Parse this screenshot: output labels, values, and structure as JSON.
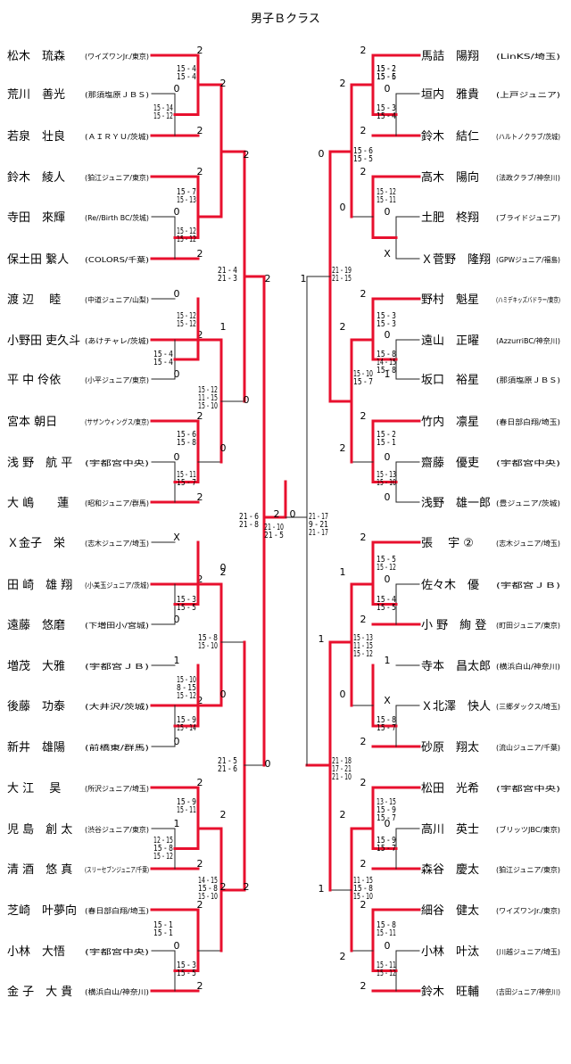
{
  "title": "男子Ｂクラス",
  "colors": {
    "winner_line": "#e8102e",
    "normal_line": "#222222"
  },
  "players": [
    {
      "side": "L",
      "name": "松木　琉森",
      "aff": "(ワイズワンJr./東京)",
      "wins": "2"
    },
    {
      "side": "L",
      "name": "荒川　善光",
      "aff": "(那須塩原ＪＢＳ)",
      "wins": "0"
    },
    {
      "side": "L",
      "name": "若泉　壮良",
      "aff": "(ＡＩＲＹＵ/茨城)",
      "wins": "2"
    },
    {
      "side": "L",
      "name": "鈴木　綾人",
      "aff": "(狛江ジュニア/東京)",
      "wins": "2"
    },
    {
      "side": "L",
      "name": "寺田　來輝",
      "aff": "(Re//Birth BC/茨城)",
      "wins": "0"
    },
    {
      "side": "L",
      "name": "保土田 繋人",
      "aff": "(COLORS/千葉)",
      "wins": "2"
    },
    {
      "side": "L",
      "name": "渡 辺　 睦",
      "aff": "(中道ジュニア/山梨)",
      "wins": "0"
    },
    {
      "side": "L",
      "name": "小野田 吏久斗",
      "aff": "(あけチャレ/茨城)",
      "wins": "2"
    },
    {
      "side": "L",
      "name": "平 中 伶依",
      "aff": "(小平ジュニア/東京)",
      "wins": "0"
    },
    {
      "side": "L",
      "name": "宮本 朝日",
      "aff": "(サザンウィングス/東京)",
      "wins": "2"
    },
    {
      "side": "L",
      "name": "浅 野　航 平",
      "aff": "(宇都宮中央)",
      "wins": "0"
    },
    {
      "side": "L",
      "name": "大 嶋　　蓮",
      "aff": "(昭和ジュニア/群馬)",
      "wins": "2"
    },
    {
      "side": "L",
      "name": "Ｘ金子　栄",
      "aff": "(志木ジュニア/埼玉)",
      "wins": "X"
    },
    {
      "side": "L",
      "name": "田 崎　雄 翔",
      "aff": "(小美玉ジュニア/茨城)",
      "wins": "2"
    },
    {
      "side": "L",
      "name": "遠藤　悠磨",
      "aff": "(下増田小/宮城)",
      "wins": "0"
    },
    {
      "side": "L",
      "name": "増茂　大雅",
      "aff": "(宇都宮ＪＢ)",
      "wins": "1"
    },
    {
      "side": "L",
      "name": "後藤　功泰",
      "aff": "(大井沢/茨城)",
      "wins": "2"
    },
    {
      "side": "L",
      "name": "新井　雄陽",
      "aff": "(前橋東/群馬)",
      "wins": "0"
    },
    {
      "side": "L",
      "name": "大 江　 昊",
      "aff": "(所沢ジュニア/埼玉)",
      "wins": "2"
    },
    {
      "side": "L",
      "name": "児 島　創 太",
      "aff": "(渋谷ジュニア/東京)",
      "wins": "1"
    },
    {
      "side": "L",
      "name": "清 酒　悠 真",
      "aff": "(スリーセブンジュニア/千葉)",
      "wins": "2"
    },
    {
      "side": "L",
      "name": "芝崎　叶夢向",
      "aff": "(春日部白翔/埼玉)",
      "wins": "2"
    },
    {
      "side": "L",
      "name": "小林　大悟",
      "aff": "(宇都宮中央)",
      "wins": "0"
    },
    {
      "side": "L",
      "name": "金 子　大 貴",
      "aff": "(横浜白山/神奈川)",
      "wins": "2"
    },
    {
      "side": "R",
      "name": "馬詰　陽翔",
      "aff": "(LinKS/埼玉)",
      "wins": "2"
    },
    {
      "side": "R",
      "name": "垣内　雅貴",
      "aff": "(上戸ジュニア)",
      "wins": "0"
    },
    {
      "side": "R",
      "name": "鈴木　結仁",
      "aff": "(ハルトノクラブ/茨城)",
      "wins": "2"
    },
    {
      "side": "R",
      "name": "高木　陽向",
      "aff": "(法政クラブ/神奈川)",
      "wins": "2"
    },
    {
      "side": "R",
      "name": "土肥　柊翔",
      "aff": "(ブライドジュニア)",
      "wins": "0"
    },
    {
      "side": "R",
      "name": "Ｘ菅野　隆翔",
      "aff": "(GPWジュニア/福島)",
      "wins": "X"
    },
    {
      "side": "R",
      "name": "野村　魁星",
      "aff": "(ハミデキッズバドラー/東京)",
      "wins": "2"
    },
    {
      "side": "R",
      "name": "遠山　正曜",
      "aff": "(AzzurriBC/神奈川)",
      "wins": "0"
    },
    {
      "side": "R",
      "name": "坂口　裕星",
      "aff": "(那須塩原ＪＢＳ)",
      "wins": "1"
    },
    {
      "side": "R",
      "name": "竹内　凛星",
      "aff": "(春日部白翔/埼玉)",
      "wins": "2"
    },
    {
      "side": "R",
      "name": "齋藤　優吏",
      "aff": "(宇都宮中央)",
      "wins": "0"
    },
    {
      "side": "R",
      "name": "浅野　雄一郎",
      "aff": "(豊ジュニア/茨城)",
      "wins": "0"
    },
    {
      "side": "R",
      "name": "張　 宇 ②",
      "aff": "(志木ジュニア/埼玉)",
      "wins": "2"
    },
    {
      "side": "R",
      "name": "佐々木　優",
      "aff": "(宇都宮ＪＢ)",
      "wins": "0"
    },
    {
      "side": "R",
      "name": "小 野　絢 登",
      "aff": "(町田ジュニア/東京)",
      "wins": "2"
    },
    {
      "side": "R",
      "name": "寺本　昌太郎",
      "aff": "(横浜白山/神奈川)",
      "wins": "1"
    },
    {
      "side": "R",
      "name": "Ｘ北澤　快人",
      "aff": "(三郷ダックス/埼玉)",
      "wins": "X"
    },
    {
      "side": "R",
      "name": "砂原　翔太",
      "aff": "(流山ジュニア/千葉)",
      "wins": "2"
    },
    {
      "side": "R",
      "name": "松田　光希",
      "aff": "(宇都宮中央)",
      "wins": "2"
    },
    {
      "side": "R",
      "name": "高川　英士",
      "aff": "(ブリッツJBC/東京)",
      "wins": "0"
    },
    {
      "side": "R",
      "name": "森谷　慶太",
      "aff": "(狛江ジュニア/東京)",
      "wins": "2"
    },
    {
      "side": "R",
      "name": "細谷　健太",
      "aff": "(ワイズワンJr./東京)",
      "wins": "2"
    },
    {
      "side": "R",
      "name": "小林　叶汰",
      "aff": "(川越ジュニア/埼玉)",
      "wins": "0"
    },
    {
      "side": "R",
      "name": "鈴木　旺輔",
      "aff": "(吉田ジュニア/神奈川)",
      "wins": "2"
    }
  ],
  "scores": [
    {
      "lines": [
        "15 - 4",
        "15 - 4"
      ]
    },
    {
      "lines": [
        "15 - 14",
        "15 - 12"
      ]
    },
    {
      "lines": [
        "15 - 7",
        "15 - 13"
      ]
    },
    {
      "lines": [
        "15 - 12",
        "15 - 12"
      ]
    },
    {
      "lines": [
        "15 - 12",
        "15 - 12"
      ]
    },
    {
      "lines": [
        "15 - 4",
        "15 - 4"
      ]
    },
    {
      "lines": [
        "15 - 6",
        "15 - 8"
      ]
    },
    {
      "lines": [
        "15 - 11",
        "15 - 7"
      ]
    },
    {
      "lines": [
        "15 - 3",
        "15 - 5"
      ]
    },
    {
      "lines": [
        "15 - 10",
        "8 - 15",
        "15 - 12"
      ]
    },
    {
      "lines": [
        "15 - 9",
        "15 - 14"
      ]
    },
    {
      "lines": [
        "15 - 9",
        "15 - 11"
      ]
    },
    {
      "lines": [
        "12 - 15",
        "15 - 8",
        "15 - 12"
      ]
    },
    {
      "lines": [
        "15 - 1",
        "15 - 1"
      ]
    },
    {
      "lines": [
        "15 - 3",
        "15 - 5"
      ]
    },
    {
      "lines": [
        "15 - 2",
        "15 - 5"
      ]
    },
    {
      "lines": [
        "21 - 4",
        "21 - 3"
      ]
    },
    {
      "lines": [
        "15 - 12",
        "11 - 15",
        "15 - 10"
      ]
    },
    {
      "lines": [
        "15 - 8",
        "15 - 10"
      ]
    },
    {
      "lines": [
        "14 - 15",
        "15 - 8",
        "15 - 10"
      ]
    },
    {
      "lines": [
        "21 - 6",
        "21 - 8"
      ]
    },
    {
      "lines": [
        "21 - 5",
        "21 - 6"
      ]
    },
    {
      "lines": [
        "15 - 2",
        "15 - 6"
      ]
    },
    {
      "lines": [
        "15 - 3",
        "15 - 4"
      ]
    },
    {
      "lines": [
        "15 - 12",
        "15 - 11"
      ]
    },
    {
      "lines": [
        "15 - 3",
        "15 - 3"
      ]
    },
    {
      "lines": [
        "15 - 8",
        "14 - 15",
        "15 - 8"
      ]
    },
    {
      "lines": [
        "15 - 2",
        "15 - 1"
      ]
    },
    {
      "lines": [
        "15 - 13",
        "15 - 10"
      ]
    },
    {
      "lines": [
        "15 - 5",
        "15 - 12"
      ]
    },
    {
      "lines": [
        "15 - 4",
        "15 - 5"
      ]
    },
    {
      "lines": [
        "15 - 8",
        "15 - 7"
      ]
    },
    {
      "lines": [
        "13 - 15",
        "15 - 9",
        "15 - 7"
      ]
    },
    {
      "lines": [
        "15 - 9",
        "15 - 7"
      ]
    },
    {
      "lines": [
        "15 - 8",
        "15 - 11"
      ]
    },
    {
      "lines": [
        "15 - 11",
        "15 - 12"
      ]
    },
    {
      "lines": [
        "15 - 6",
        "15 - 5"
      ]
    },
    {
      "lines": [
        "15 - 10",
        "15 - 7"
      ]
    },
    {
      "lines": [
        "15 - 13",
        "11 - 15",
        "15 - 12"
      ]
    },
    {
      "lines": [
        "11 - 15",
        "15 - 8",
        "15 - 10"
      ]
    },
    {
      "lines": [
        "21 - 19",
        "21 - 15"
      ]
    },
    {
      "lines": [
        "21 - 18",
        "17 - 21",
        "21 - 10"
      ]
    },
    {
      "lines": [
        "21 - 17",
        "9 - 21",
        "21 - 17"
      ]
    },
    {
      "lines": [
        "21 - 10",
        "21 - 5"
      ]
    }
  ],
  "marks": [
    {
      "text": "2"
    },
    {
      "text": "2"
    },
    {
      "text": "2"
    },
    {
      "text": "0"
    },
    {
      "text": "1"
    },
    {
      "text": "0"
    },
    {
      "text": "2"
    },
    {
      "text": "0"
    },
    {
      "text": "0"
    },
    {
      "text": "2"
    },
    {
      "text": "2"
    },
    {
      "text": "2"
    },
    {
      "text": "0"
    },
    {
      "text": "2"
    },
    {
      "text": "0"
    },
    {
      "text": "0"
    },
    {
      "text": "1"
    },
    {
      "text": "2"
    },
    {
      "text": "2"
    },
    {
      "text": "1"
    },
    {
      "text": "0"
    },
    {
      "text": "2"
    },
    {
      "text": "1"
    },
    {
      "text": "2"
    },
    {
      "text": "1"
    },
    {
      "text": "2"
    },
    {
      "text": "0"
    }
  ]
}
